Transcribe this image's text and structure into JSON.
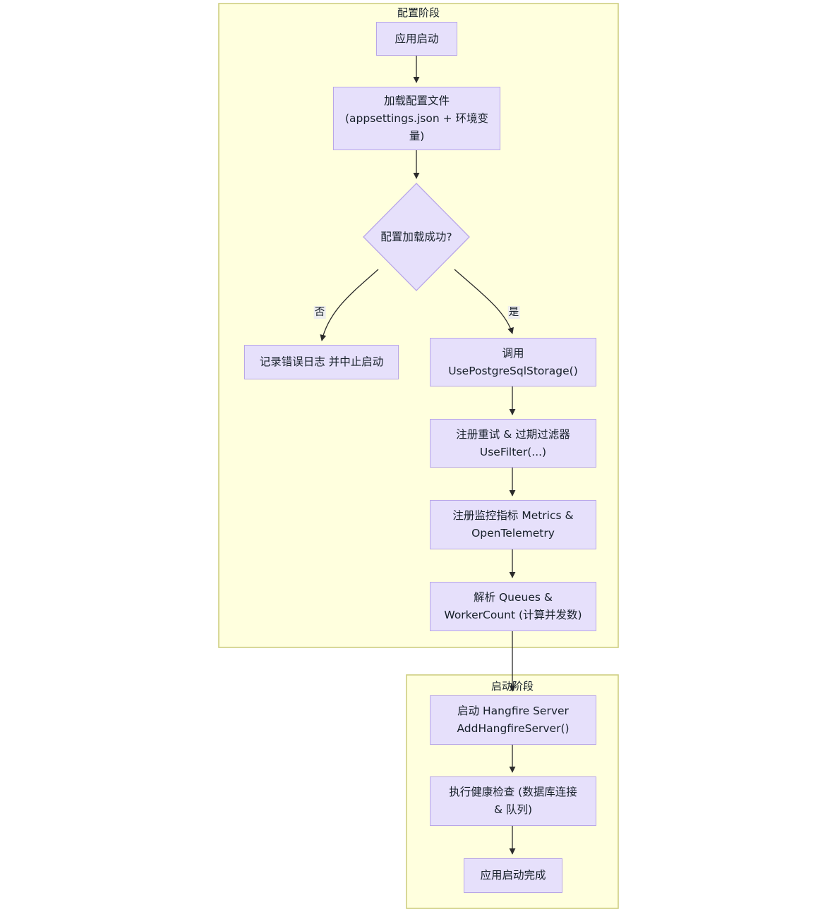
{
  "diagram": {
    "type": "flowchart",
    "direction": "top-down",
    "background_color": "#ffffff",
    "node_fill": "#e6e0fb",
    "node_stroke": "#b8a6e8",
    "cluster_fill": "#ffffde",
    "cluster_stroke": "#cfcf82",
    "edge_color": "#2b2b2b",
    "clusters": [
      {
        "id": "config-phase",
        "title": "配置阶段"
      },
      {
        "id": "startup-phase",
        "title": "启动阶段"
      }
    ],
    "nodes": [
      {
        "id": "app-start",
        "shape": "rect",
        "label": "应用启动"
      },
      {
        "id": "load-config",
        "shape": "rect",
        "label": "加载配置文件\n(appsettings.json + 环境变\n量)"
      },
      {
        "id": "config-ok",
        "shape": "diamond",
        "label": "配置加载成功?"
      },
      {
        "id": "log-error",
        "shape": "rect",
        "label": "记录错误日志 并中止启动"
      },
      {
        "id": "use-postgres",
        "shape": "rect",
        "label": "调用\nUsePostgreSqlStorage()"
      },
      {
        "id": "use-filter",
        "shape": "rect",
        "label": "注册重试 & 过期过滤器\nUseFilter(...)"
      },
      {
        "id": "metrics",
        "shape": "rect",
        "label": "注册监控指标 Metrics &\nOpenTelemetry"
      },
      {
        "id": "parse-queues",
        "shape": "rect",
        "label": "解析 Queues &\nWorkerCount (计算并发数)"
      },
      {
        "id": "hangfire-server",
        "shape": "rect",
        "label": "启动 Hangfire Server\nAddHangfireServer()"
      },
      {
        "id": "health-check",
        "shape": "rect",
        "label": "执行健康检查 (数据库连接\n& 队列)"
      },
      {
        "id": "startup-done",
        "shape": "rect",
        "label": "应用启动完成"
      }
    ],
    "edges": [
      {
        "from": "app-start",
        "to": "load-config",
        "label": ""
      },
      {
        "from": "load-config",
        "to": "config-ok",
        "label": ""
      },
      {
        "from": "config-ok",
        "to": "log-error",
        "label": "否"
      },
      {
        "from": "config-ok",
        "to": "use-postgres",
        "label": "是"
      },
      {
        "from": "use-postgres",
        "to": "use-filter",
        "label": ""
      },
      {
        "from": "use-filter",
        "to": "metrics",
        "label": ""
      },
      {
        "from": "metrics",
        "to": "parse-queues",
        "label": ""
      },
      {
        "from": "parse-queues",
        "to": "hangfire-server",
        "label": ""
      },
      {
        "from": "hangfire-server",
        "to": "health-check",
        "label": ""
      },
      {
        "from": "health-check",
        "to": "startup-done",
        "label": ""
      }
    ],
    "edge_labels": [
      {
        "id": "no-branch",
        "text": "否"
      },
      {
        "id": "yes-branch",
        "text": "是"
      }
    ]
  }
}
